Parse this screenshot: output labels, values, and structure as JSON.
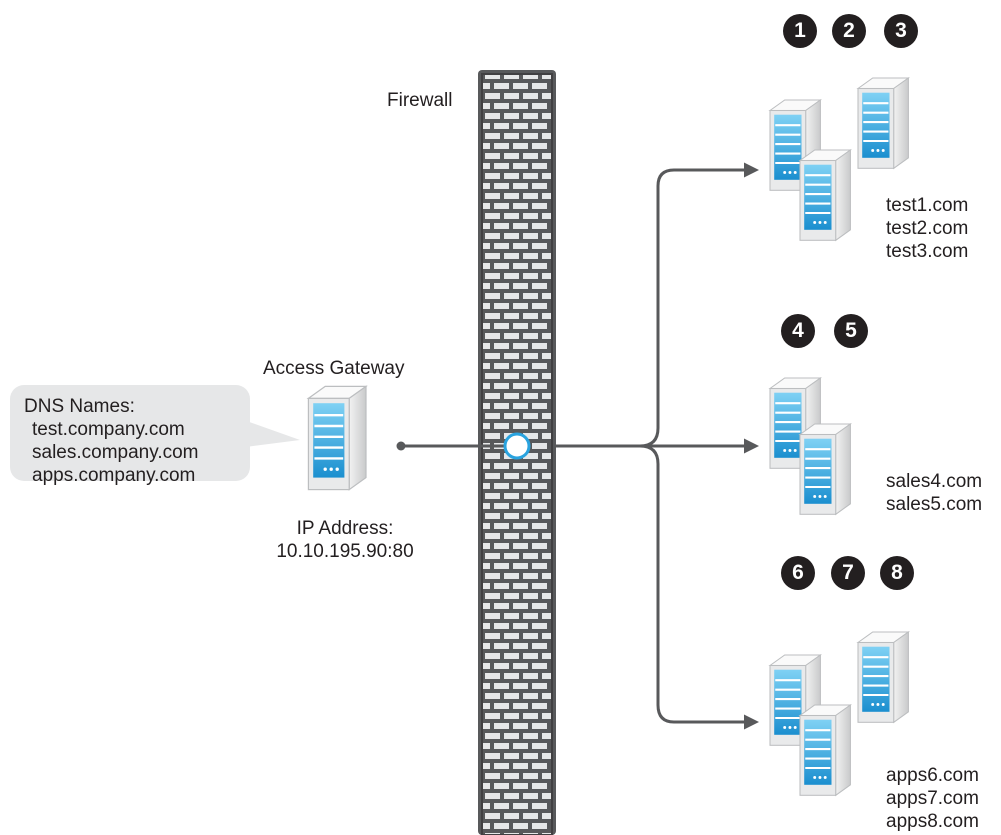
{
  "firewall": {
    "label": "Firewall"
  },
  "gateway": {
    "title": "Access Gateway",
    "ip_label": "IP Address:",
    "ip_value": "10.10.195.90:80"
  },
  "dns_callout": {
    "title": "DNS Names:",
    "names": [
      "test.company.com",
      "sales.company.com",
      "apps.company.com"
    ]
  },
  "server_groups": [
    {
      "badges": [
        "1",
        "2",
        "3"
      ],
      "hosts": [
        "test1.com",
        "test2.com",
        "test3.com"
      ]
    },
    {
      "badges": [
        "4",
        "5"
      ],
      "hosts": [
        "sales4.com",
        "sales5.com"
      ]
    },
    {
      "badges": [
        "6",
        "7",
        "8"
      ],
      "hosts": [
        "apps6.com",
        "apps7.com",
        "apps8.com"
      ]
    }
  ],
  "colors": {
    "firewall_frame": "#58595b",
    "connector": "#58595b",
    "badge": "#231f20",
    "callout": "#e6e7e8",
    "server_accent": "#29a3df"
  }
}
